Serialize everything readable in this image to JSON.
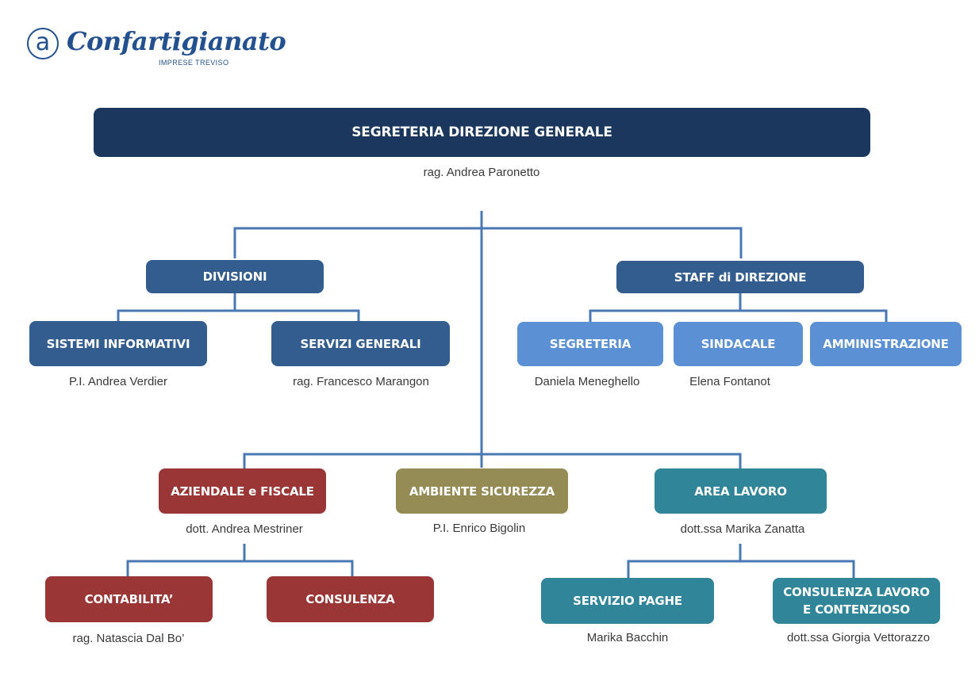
{
  "logo": {
    "name": "Confartigianato",
    "subtitle": "IMPRESE TREVISO",
    "mark": "a"
  },
  "top": {
    "title": "SEGRETERIA DIREZIONE GENERALE",
    "person": "rag.  Andrea Paronetto"
  },
  "divisioni": {
    "title": "DIVISIONI",
    "sistemi": {
      "title": "SISTEMI INFORMATIVI",
      "person": "P.I. Andrea Verdier"
    },
    "servizi": {
      "title": "SERVIZI GENERALI",
      "person": "rag. Francesco Marangon"
    }
  },
  "staff": {
    "title": "STAFF di DIREZIONE",
    "segreteria": {
      "title": "SEGRETERIA",
      "person": "Daniela Meneghello"
    },
    "sindacale": {
      "title": "SINDACALE",
      "person": "Elena Fontanot"
    },
    "amministrazione": {
      "title": "AMMINISTRAZIONE"
    }
  },
  "aziendale": {
    "title": "AZIENDALE e FISCALE",
    "person": "dott. Andrea Mestriner",
    "contabilita": {
      "title": "CONTABILITA’",
      "person": "rag. Natascia Dal Bo’"
    },
    "consulenza": {
      "title": "CONSULENZA"
    }
  },
  "ambiente": {
    "title": "AMBIENTE SICUREZZA",
    "person": "P.I. Enrico Bigolin"
  },
  "lavoro": {
    "title": "AREA LAVORO",
    "person": "dott.ssa Marika Zanatta",
    "paghe": {
      "title": "SERVIZIO PAGHE",
      "person": "Marika Bacchin"
    },
    "consulenza_lavoro": {
      "title_line1": "CONSULENZA LAVORO",
      "title_line2": "E CONTENZIOSO",
      "person": "dott.ssa Giorgia Vettorazzo"
    }
  },
  "colors": {
    "navy": "#1c375d",
    "mid_blue": "#345d8f",
    "light_blue": "#5b90d4",
    "red": "#9a3636",
    "olive": "#948b55",
    "teal": "#318598",
    "connector": "#4a78b5",
    "logo_blue": "#23508f"
  }
}
